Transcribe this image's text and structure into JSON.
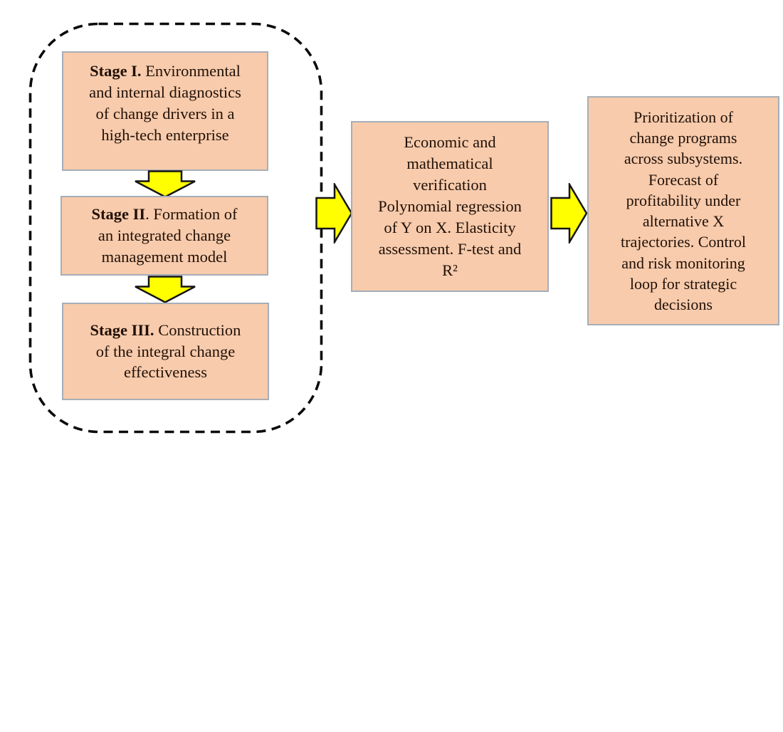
{
  "colors": {
    "background": "#ffffff",
    "box-fill": "#f7cbac",
    "box-border": "#a6aeb8",
    "arrow-fill": "#ffff00",
    "arrow-stroke": "#151515",
    "dash-color": "#0b0b0b",
    "text-color": "#211007"
  },
  "stages": [
    {
      "title": "Stage I.",
      "rest": " Environmental\nand internal diagnostics\nof change drivers in a\nhigh-tech enterprise"
    },
    {
      "title": "Stage II",
      "rest": ". Formation of\nan integrated change\nmanagement model"
    },
    {
      "title": "Stage III.",
      "rest": " Construction\nof the integral change\neffectiveness"
    }
  ],
  "verification_box": {
    "text": "Economic and\nmathematical\nverification\nPolynomial regression\nof Y on X. Elasticity\nassessment. F-test and\nR²"
  },
  "output_box": {
    "text": "Prioritization of\nchange programs\nacross subsystems.\nForecast of\nprofitability under\nalternative X\ntrajectories. Control\nand risk monitoring\nloop for strategic\ndecisions"
  },
  "icons": {
    "down_arrow": "block-arrow-down",
    "flow_arrow": "block-arrow-right"
  }
}
